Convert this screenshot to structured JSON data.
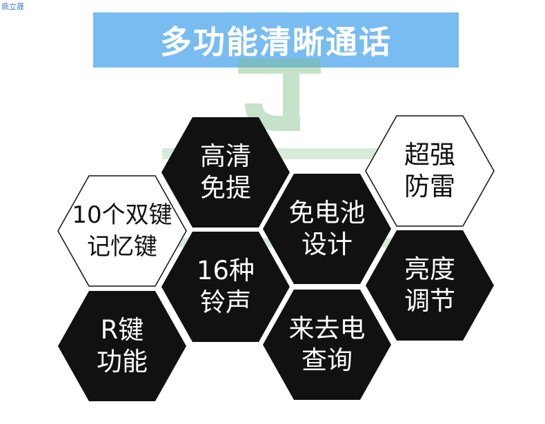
{
  "corner_label": "鼎立晟",
  "banner": {
    "title": "多功能清晰通话"
  },
  "colors": {
    "banner": "#79bcf2",
    "dark_hex": "#111111",
    "light_hex": "#ffffff",
    "watermark": "#7fbf8a"
  },
  "hexagons": [
    {
      "id": "hex-gaoqing",
      "style": "dark",
      "text": "高清\n免提"
    },
    {
      "id": "hex-chaoqiang",
      "style": "light",
      "text": "超强\n防雷"
    },
    {
      "id": "hex-10-keys",
      "style": "light",
      "text": "10个双键\n记忆键"
    },
    {
      "id": "hex-no-battery",
      "style": "dark",
      "text": "免电池\n设计"
    },
    {
      "id": "hex-16-ringtones",
      "style": "dark",
      "text": "16种\n铃声"
    },
    {
      "id": "hex-brightness",
      "style": "dark",
      "text": "亮度\n调节"
    },
    {
      "id": "hex-r-key",
      "style": "dark",
      "text": "R键\n功能"
    },
    {
      "id": "hex-caller-id",
      "style": "dark",
      "text": "来去电\n查询"
    }
  ]
}
